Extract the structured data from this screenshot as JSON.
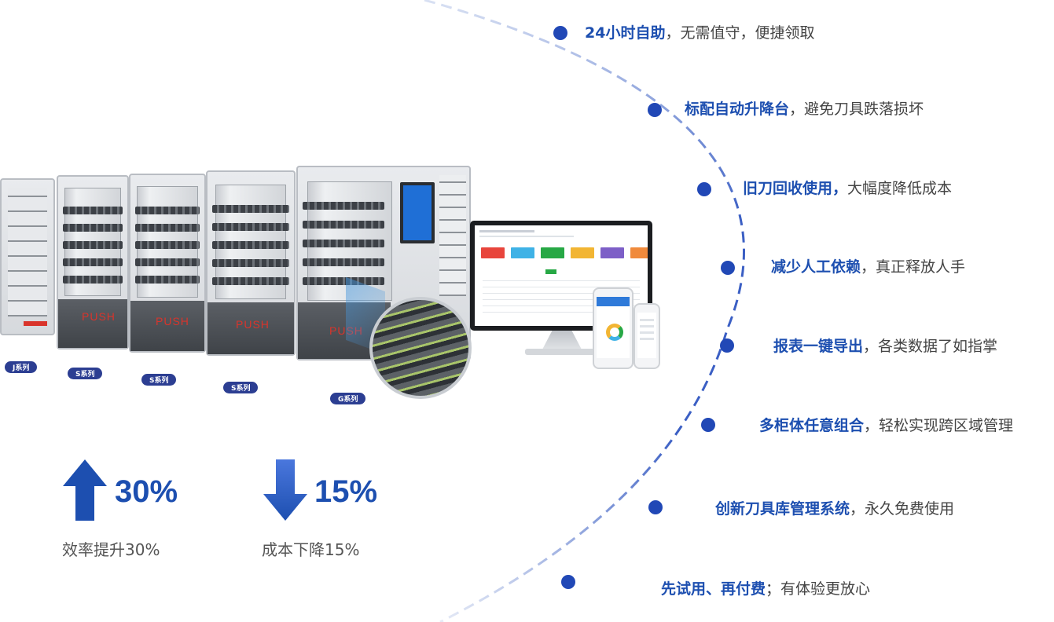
{
  "features": [
    {
      "highlight": "24小时自助",
      "rest": "，无需值守，便捷领取"
    },
    {
      "highlight": "标配自动升降台",
      "rest": "，避免刀具跌落损坏"
    },
    {
      "highlight": "旧刀回收使用，",
      "rest": "大幅度降低成本"
    },
    {
      "highlight": "减少人工依赖",
      "rest": "，真正释放人手"
    },
    {
      "highlight": "报表一键导出",
      "rest": "，各类数据了如指掌"
    },
    {
      "highlight": "多柜体任意组合",
      "rest": "，轻松实现跨区域管理"
    },
    {
      "highlight": "创新刀具库管理系统",
      "rest": "，永久免费使用"
    },
    {
      "highlight": "先试用、再付费",
      "rest": "；有体验更放心"
    }
  ],
  "machines": {
    "series": [
      "J系列",
      "S系列",
      "S系列",
      "S系列",
      "G系列"
    ],
    "push_label": "PUSH"
  },
  "stats": [
    {
      "value": "30%",
      "label": "效率提升30%",
      "direction": "up"
    },
    {
      "value": "15%",
      "label": "成本下降15%",
      "direction": "down"
    }
  ],
  "colors": {
    "accent": "#1d4fb0",
    "dot": "#2148b6",
    "arc": "#3b5fc4"
  }
}
